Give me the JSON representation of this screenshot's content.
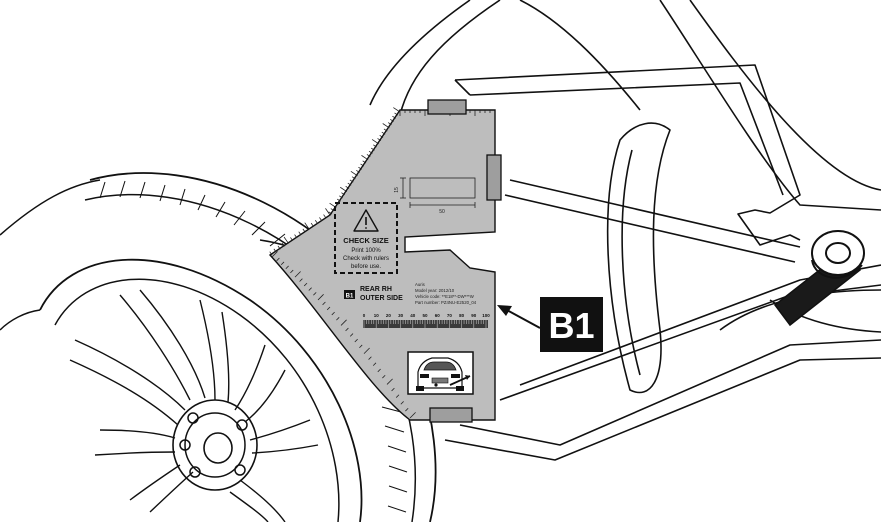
{
  "template": {
    "warning": {
      "title": "CHECK SIZE",
      "line1": "Print 100%",
      "line2": "Check with rulers",
      "line3": "before use."
    },
    "dimensions": {
      "width": "50",
      "height": "15"
    },
    "position": {
      "badge": "B1",
      "line1": "REAR RH",
      "line2": "OUTER SIDE"
    },
    "vehicle_info": {
      "line1": "Auris",
      "line2": "Model year:   2012/10",
      "line3": "Vehicle code: **E18**-DW***W",
      "line4": "Part number: PZ4NU-E2520_04"
    },
    "ruler_labels": [
      "0",
      "10",
      "20",
      "30",
      "40",
      "50",
      "60",
      "70",
      "80",
      "90",
      "100"
    ]
  },
  "callout": {
    "label": "B1"
  },
  "colors": {
    "template_fill": "#bdbdbd",
    "ruler_fill": "#3a3a3a",
    "callout_bg": "#111111",
    "callout_text": "#ffffff",
    "line": "#111111"
  }
}
